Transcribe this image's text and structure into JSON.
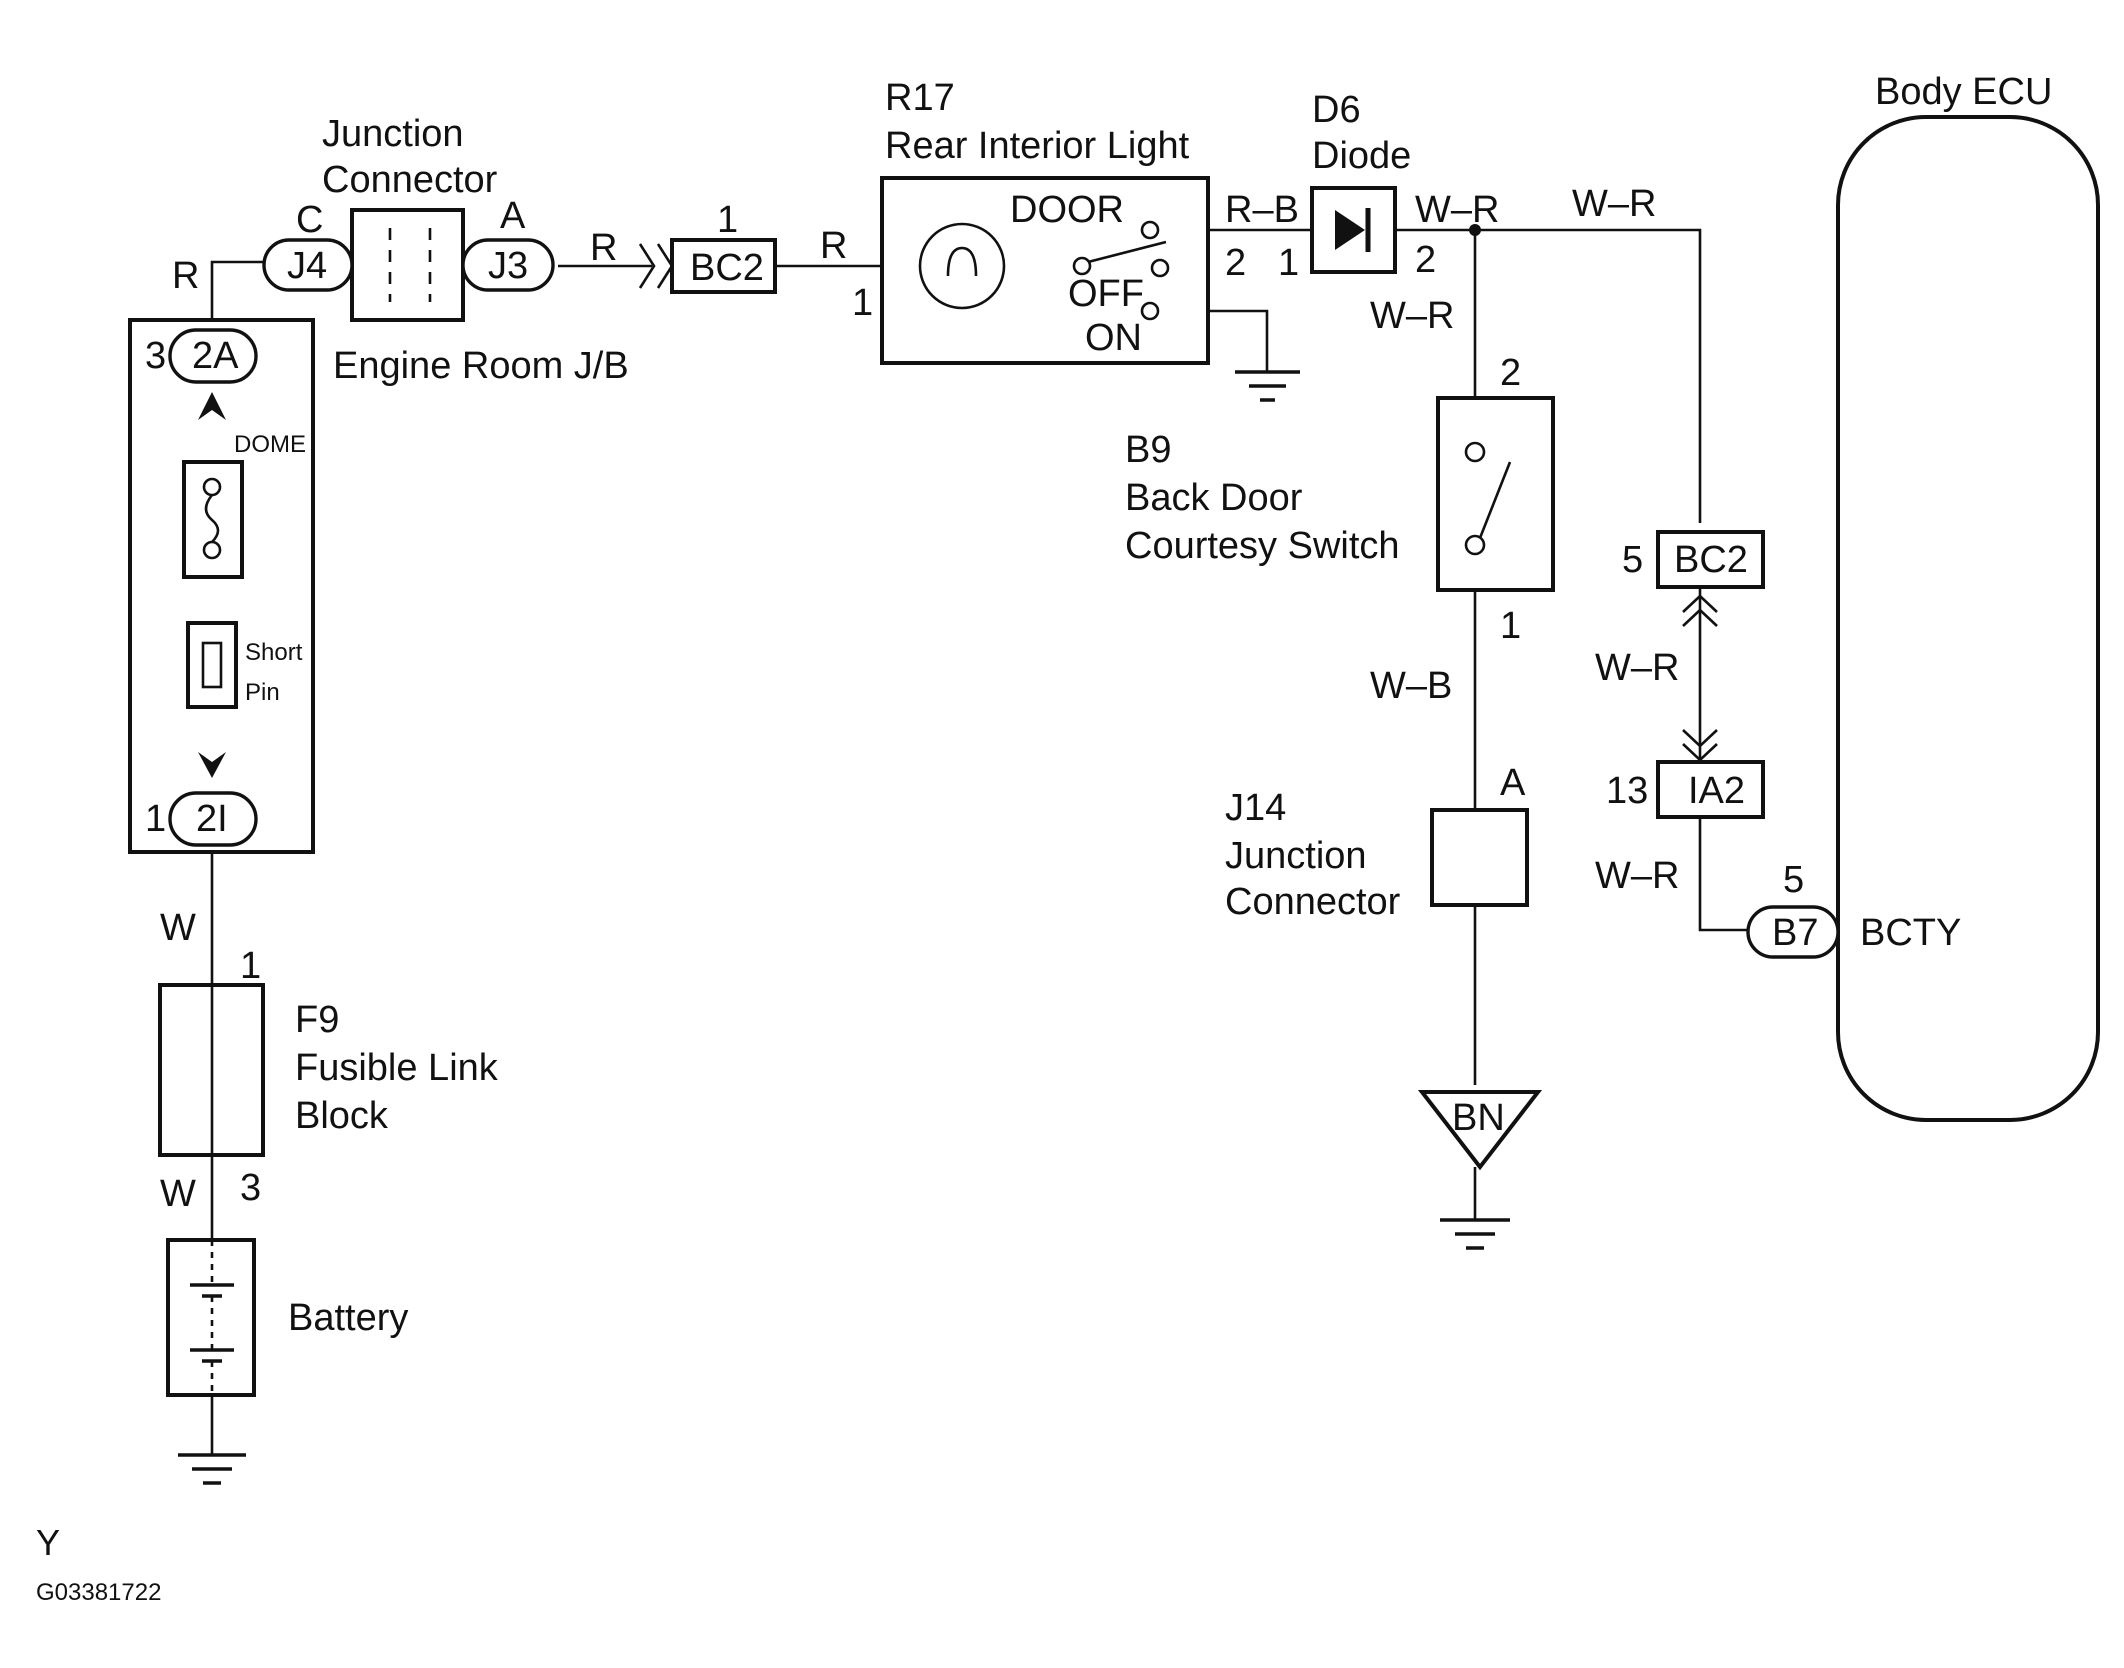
{
  "components": {
    "body_ecu": {
      "label": "Body ECU",
      "terminal": "BCTY"
    },
    "r17": {
      "code": "R17",
      "name": "Rear Interior Light",
      "pos_door": "DOOR",
      "pos_off": "OFF",
      "pos_on": "ON"
    },
    "d6": {
      "code": "D6",
      "name": "Diode"
    },
    "junction_connector": {
      "name_line1": "Junction",
      "name_line2": "Connector"
    },
    "engine_room_jb": {
      "name": "Engine Room J/B",
      "fuse": "DOME",
      "short_pin_line1": "Short",
      "short_pin_line2": "Pin"
    },
    "b9": {
      "code": "B9",
      "name_line1": "Back Door",
      "name_line2": "Courtesy Switch"
    },
    "j14": {
      "code": "J14",
      "name_line1": "Junction",
      "name_line2": "Connector"
    },
    "f9": {
      "code": "F9",
      "name_line1": "Fusible  Link",
      "name_line2": "Block"
    },
    "battery": {
      "name": "Battery"
    },
    "ground_bn": {
      "label": "BN"
    }
  },
  "connectors": {
    "j4": "J4",
    "j3": "J3",
    "bc2_top": "BC2",
    "bc2_right": "BC2",
    "ia2": "IA2",
    "b7": "B7",
    "jb_2a": "2A",
    "jb_2i": "2I"
  },
  "pins": {
    "j4_c": "C",
    "j3_a": "A",
    "bc2_top_1": "1",
    "r17_1": "1",
    "r17_2": "2",
    "d6_1": "1",
    "d6_2": "2",
    "jb_3": "3",
    "jb_1": "1",
    "b9_2": "2",
    "b9_1": "1",
    "j14_a": "A",
    "bc2_5": "5",
    "ia2_13": "13",
    "b7_5": "5",
    "f9_1": "1",
    "f9_3": "3"
  },
  "wires": {
    "r_left": "R",
    "r_j3": "R",
    "r_bc2": "R",
    "rb": "R–B",
    "wr_d6": "W–R",
    "wr_top": "W–R",
    "wr_vert": "W–R",
    "wr_bc2": "W–R",
    "wr_b7": "W–R",
    "wb": "W–B",
    "w_top": "W",
    "w_bottom": "W"
  },
  "footer": {
    "code": "Y",
    "figure_id": "G03381722"
  }
}
